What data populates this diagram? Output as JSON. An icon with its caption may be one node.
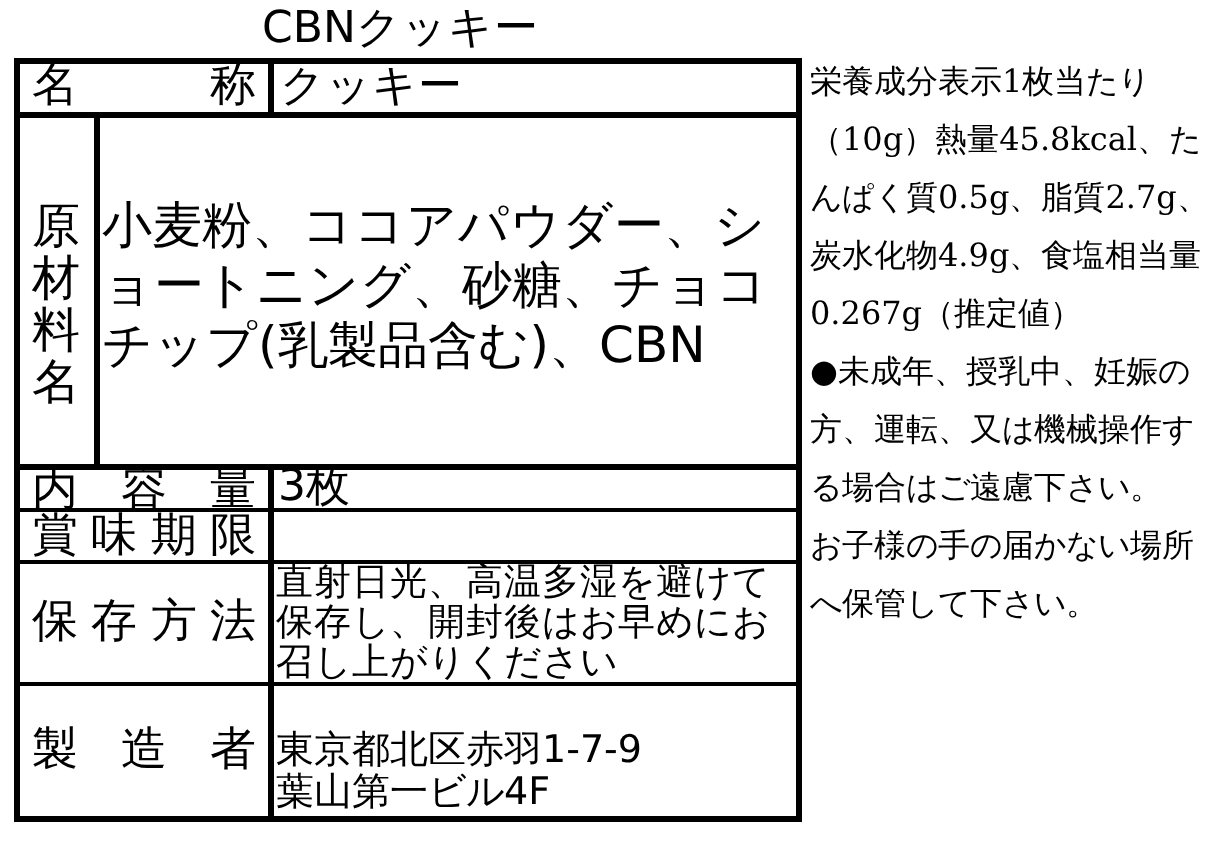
{
  "diagram": {
    "title": "CBNクッキー",
    "labels": [
      "名称",
      "クッキー",
      "原材料名",
      "小麦粉、ココアパウダー、ショートニング、砂糖、チョコチップ(乳製品含む)、CBN",
      "内容量",
      "3枚",
      "賞味期限",
      "保存方法",
      "直射日光、高温多湿を避けて保存し、開封後はお早めにお召し上がりください",
      "製造者",
      "東京都北区赤羽1-7-9葉山第一ビル4F",
      "栄養成分表示1枚当たり（10g）熱量45.8kcal、たんぱく質0.5g、脂質2.7g、炭水化物4.9g、食塩相当量0.267g（推定値）",
      "●未成年、授乳中、妊娠の方、運転、又は機械操作する場合はご遠慮下さい。",
      "お子様の手の届かない場所へ保管して下さい。"
    ]
  }
}
